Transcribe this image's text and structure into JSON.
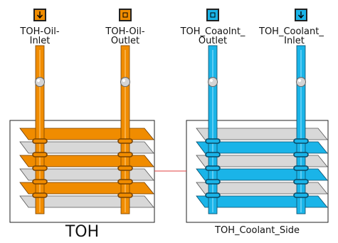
{
  "ports": [
    {
      "id": "toh-oil-inlet",
      "label_line1": "TOH-Oil-",
      "label_line2": "Inlet",
      "color": "#f08c00"
    },
    {
      "id": "toh-oil-outlet",
      "label_line1": "TOH-Oil-",
      "label_line2": "Outlet",
      "color": "#f08c00"
    },
    {
      "id": "toh-coolant-outlet",
      "label_line1": "TOH_Coaolnt_",
      "label_line2": "Outlet",
      "color": "#1ab4e8"
    },
    {
      "id": "toh-coolant-inlet",
      "label_line1": "TOH_Coolant_",
      "label_line2": "Inlet",
      "color": "#1ab4e8"
    }
  ],
  "components": [
    {
      "id": "toh",
      "label": "TOH",
      "accent": "#f08c00"
    },
    {
      "id": "toh-coolant-side",
      "label": "TOH_Coolant_Side",
      "accent": "#1ab4e8"
    }
  ],
  "connection_color": "#e04040",
  "icons": {
    "port": "down-arrow-port-icon",
    "valve": "valve-ball-icon"
  }
}
